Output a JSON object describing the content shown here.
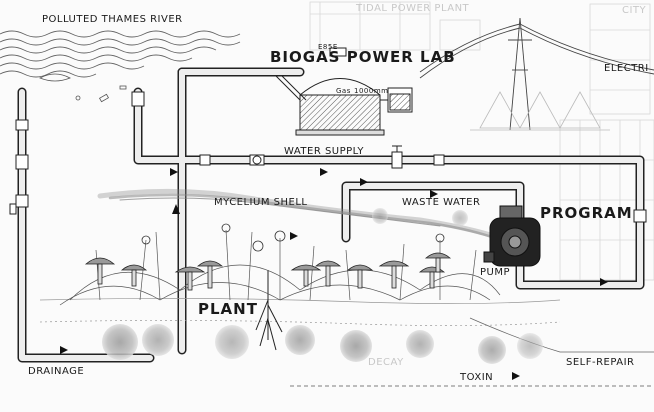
{
  "labels": {
    "river": "POLLUTED THAMES RIVER",
    "tidal": "TIDAL POWER PLANT",
    "city": "CITY",
    "biogas": "BIOGAS POWER LAB",
    "electricity": "ELECTRI",
    "water_supply": "WATER SUPPLY",
    "mycelium": "MYCELIUM SHELL",
    "waste_water": "WASTE WATER",
    "program": "PROGRAM",
    "pump": "PUMP",
    "plant": "PLANT",
    "drainage": "DRAINAGE",
    "decay": "DECAY",
    "toxin": "TOXIN",
    "self_repair": "SELF-REPAIR"
  },
  "tank_labels": {
    "gas": "Gas",
    "volume": "1000mm",
    "top": "E85E"
  },
  "colors": {
    "ink": "#1a1a1a",
    "pipe": "#eeeeee",
    "water": "#6e6e6e",
    "smoke": "#9a9a9a",
    "faint": "#c8c8c8"
  }
}
